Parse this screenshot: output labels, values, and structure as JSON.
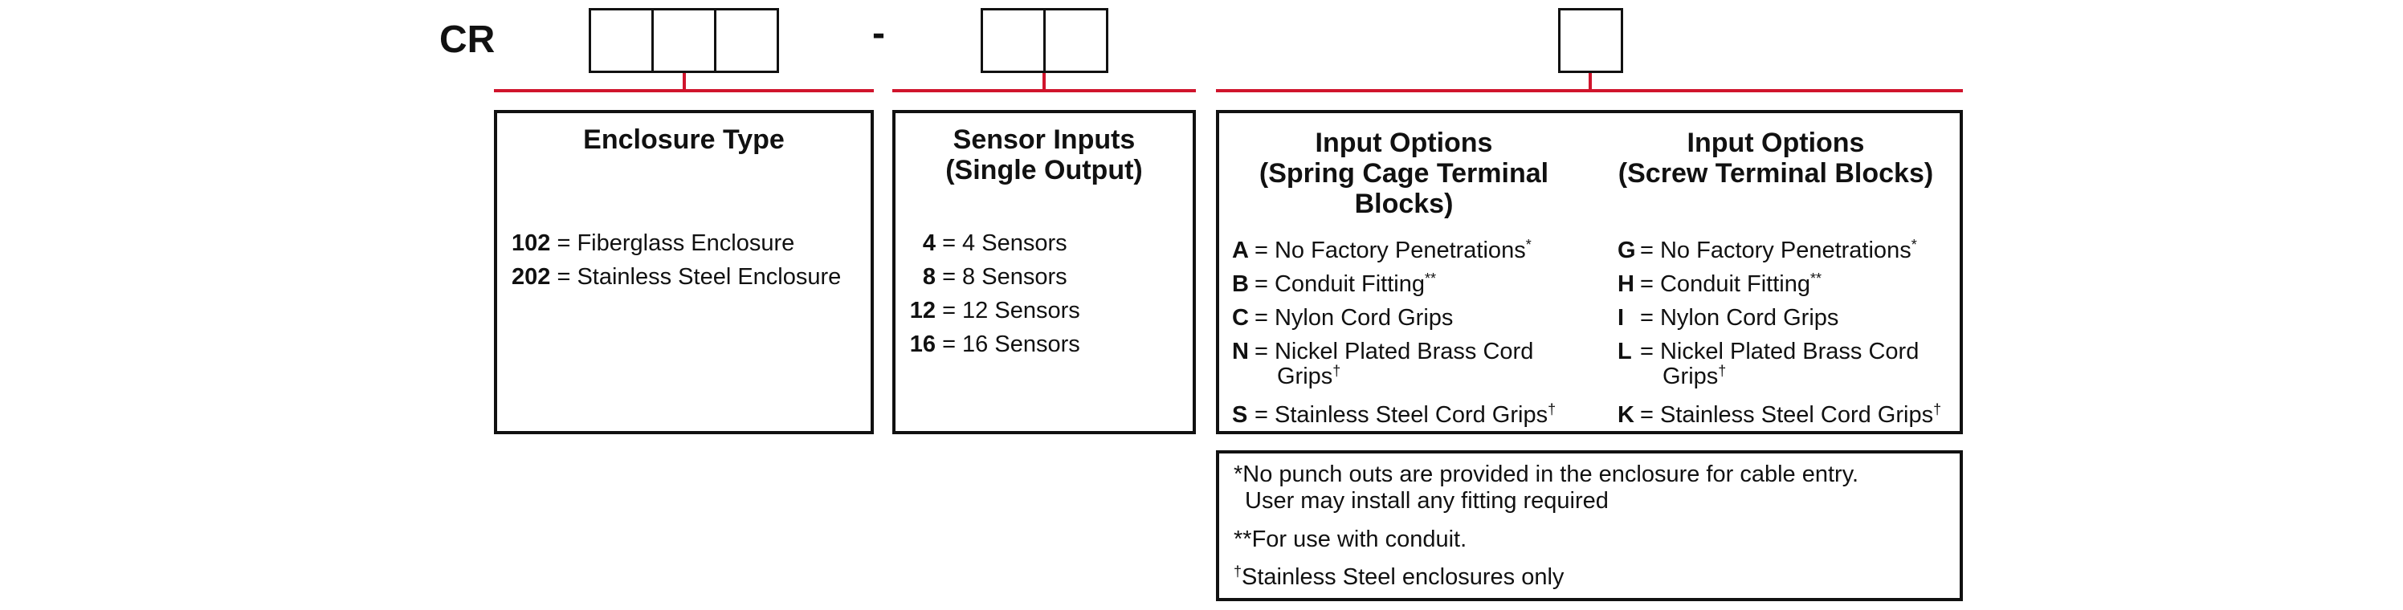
{
  "code": {
    "prefix": "CR",
    "separator": "-"
  },
  "colors": {
    "accent_line": "#d0142c",
    "border": "#111111"
  },
  "enclosure": {
    "title": "Enclosure Type",
    "items": [
      {
        "code": "102",
        "text": "= Fiberglass Enclosure"
      },
      {
        "code": "202",
        "text": "= Stainless Steel Enclosure"
      }
    ]
  },
  "sensors": {
    "title_line1": "Sensor Inputs",
    "title_line2": "(Single Output)",
    "items": [
      {
        "code": "4",
        "text": "= 4 Sensors"
      },
      {
        "code": "8",
        "text": "= 8 Sensors"
      },
      {
        "code": "12",
        "text": "= 12 Sensors"
      },
      {
        "code": "16",
        "text": "= 16 Sensors"
      }
    ]
  },
  "input_options": {
    "spring": {
      "title_line1": "Input Options",
      "title_line2": "(Spring Cage Terminal",
      "title_line3": "Blocks)",
      "items": [
        {
          "code": "A",
          "text": "= No Factory Penetrations",
          "mark": "*",
          "text2": ""
        },
        {
          "code": "B",
          "text": "= Conduit Fitting",
          "mark": "**",
          "text2": ""
        },
        {
          "code": "C",
          "text": "= Nylon Cord Grips",
          "mark": "",
          "text2": ""
        },
        {
          "code": "N",
          "text": "= Nickel Plated Brass Cord",
          "mark": "†",
          "text2": "Grips"
        },
        {
          "code": "S",
          "text": "= Stainless Steel Cord Grips",
          "mark": "†",
          "text2": ""
        }
      ]
    },
    "screw": {
      "title_line1": "Input Options",
      "title_line2": "(Screw Terminal Blocks)",
      "items": [
        {
          "code": "G",
          "text": "= No Factory Penetrations",
          "mark": "*",
          "text2": ""
        },
        {
          "code": "H",
          "text": "= Conduit Fitting",
          "mark": "**",
          "text2": ""
        },
        {
          "code": "I",
          "text": "= Nylon Cord Grips",
          "mark": "",
          "text2": ""
        },
        {
          "code": "L",
          "text": "= Nickel Plated Brass Cord",
          "mark": "†",
          "text2": "Grips"
        },
        {
          "code": "K",
          "text": "= Stainless Steel Cord Grips",
          "mark": "†",
          "text2": ""
        }
      ]
    }
  },
  "notes": {
    "note1_mark": "*",
    "note1_line1": "No punch outs are provided in the enclosure for cable entry.",
    "note1_line2": "User may install any fitting required",
    "note2_mark": "**",
    "note2": "For use with conduit.",
    "note3_mark": "†",
    "note3": "Stainless Steel enclosures only"
  }
}
